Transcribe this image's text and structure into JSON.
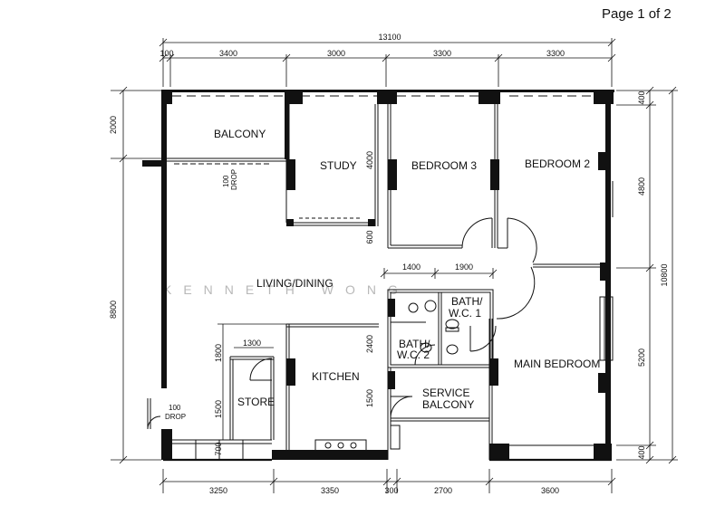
{
  "page_label": "Page 1 of 2",
  "watermark": "KENNETH WONG",
  "rooms": {
    "balcony": "BALCONY",
    "study": "STUDY",
    "bedroom3": "BEDROOM 3",
    "bedroom2": "BEDROOM 2",
    "living_dining": "LIVING/DINING",
    "bath1_line1": "BATH/",
    "bath1_line2": "W.C. 1",
    "bath2_line1": "BATH/",
    "bath2_line2": "W.C. 2",
    "kitchen": "KITCHEN",
    "store": "STORE",
    "service_balcony_line1": "SERVICE",
    "service_balcony_line2": "BALCONY",
    "main_bedroom": "MAIN BEDROOM"
  },
  "drops": {
    "balcony_drop_value": "100",
    "balcony_drop_text": "DROP",
    "entry_drop_value": "100",
    "entry_drop_text": "DROP"
  },
  "dimensions": {
    "overall_width": "13100",
    "top": [
      "100",
      "3400",
      "3000",
      "3300",
      "3300"
    ],
    "bottom": [
      "3250",
      "3350",
      "300",
      "2700",
      "3600"
    ],
    "left_outer": "8800",
    "left_balcony": "2000",
    "right_overall": "10800",
    "right": [
      "400",
      "4800",
      "5200",
      "400"
    ],
    "study_depth": "4000",
    "study_offset": "600",
    "bath_widths": [
      "1400",
      "1900"
    ],
    "bath_depth": "2400",
    "service_depth": "1500",
    "store_width": "1300",
    "store_depths": [
      "1800",
      "1500",
      "700"
    ]
  }
}
